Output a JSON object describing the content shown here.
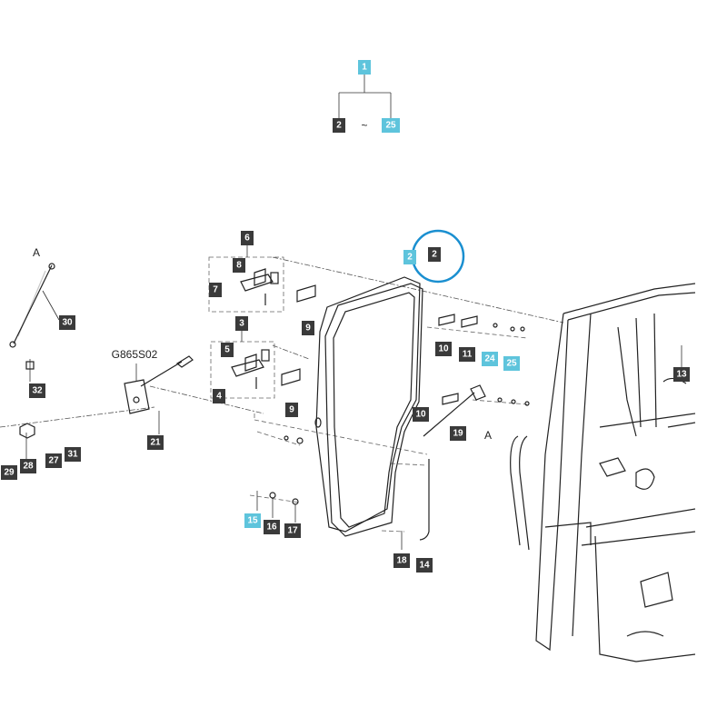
{
  "tree": {
    "root": "1",
    "from": "2",
    "tilde": "~",
    "to": "25"
  },
  "ref_code": "G865S02",
  "marker_a": "A",
  "highlight_color": "#1a8fd0",
  "label_colors": {
    "dark": "#3a3a3a",
    "cyan": "#5ec4dc"
  },
  "callouts": [
    {
      "n": "2",
      "style": "cyan"
    },
    {
      "n": "2",
      "style": "dark"
    },
    {
      "n": "6",
      "style": "dark"
    },
    {
      "n": "8",
      "style": "dark"
    },
    {
      "n": "7",
      "style": "dark"
    },
    {
      "n": "9",
      "style": "dark"
    },
    {
      "n": "3",
      "style": "dark"
    },
    {
      "n": "5",
      "style": "dark"
    },
    {
      "n": "4",
      "style": "dark"
    },
    {
      "n": "9",
      "style": "dark"
    },
    {
      "n": "10",
      "style": "dark"
    },
    {
      "n": "11",
      "style": "dark"
    },
    {
      "n": "24",
      "style": "cyan"
    },
    {
      "n": "25",
      "style": "cyan"
    },
    {
      "n": "13",
      "style": "dark"
    },
    {
      "n": "10",
      "style": "dark"
    },
    {
      "n": "19",
      "style": "dark"
    },
    {
      "n": "30",
      "style": "dark"
    },
    {
      "n": "32",
      "style": "dark"
    },
    {
      "n": "21",
      "style": "dark"
    },
    {
      "n": "29",
      "style": "dark"
    },
    {
      "n": "28",
      "style": "dark"
    },
    {
      "n": "27",
      "style": "dark"
    },
    {
      "n": "31",
      "style": "dark"
    },
    {
      "n": "15",
      "style": "cyan"
    },
    {
      "n": "16",
      "style": "dark"
    },
    {
      "n": "17",
      "style": "dark"
    },
    {
      "n": "18",
      "style": "dark"
    },
    {
      "n": "14",
      "style": "dark"
    }
  ]
}
